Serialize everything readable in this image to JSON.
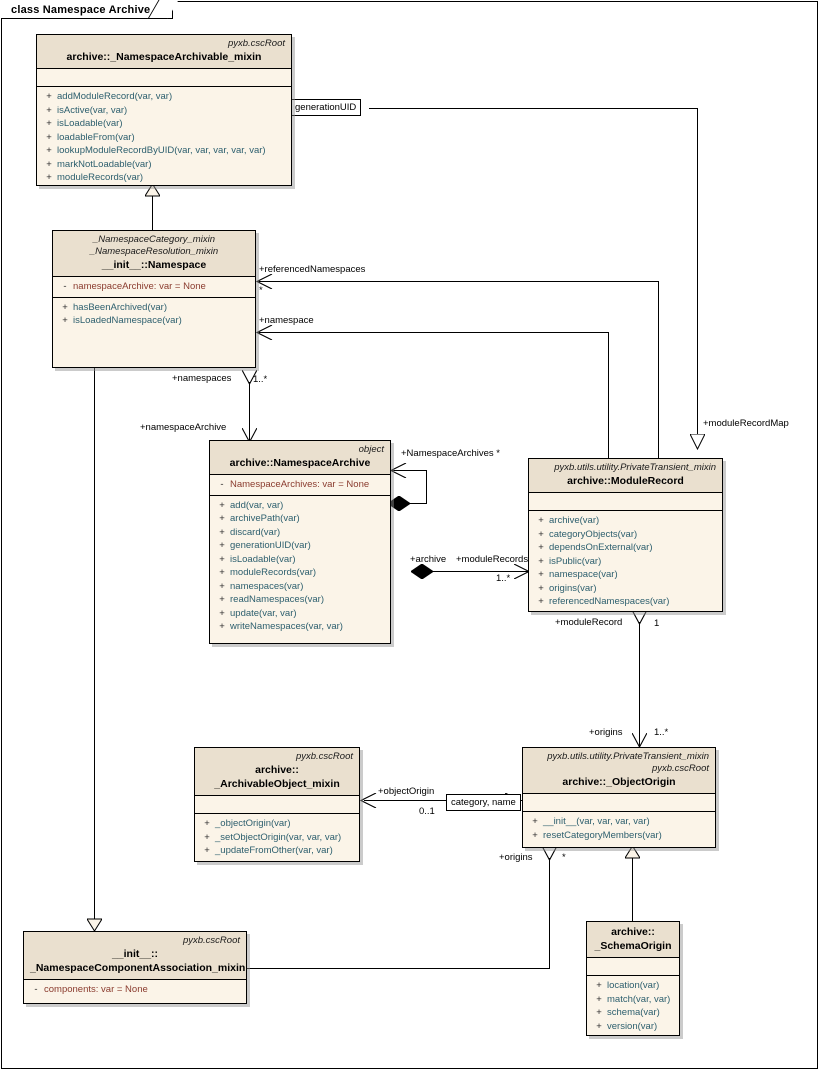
{
  "diagram": {
    "title": "class Namespace Archive",
    "colors": {
      "class_header": "#eae0cf",
      "class_body": "#fbf4e8",
      "border": "#000000",
      "operation_text": "#2d5f6e",
      "attribute_text": "#8a3b2e"
    }
  },
  "classes": [
    {
      "id": "namespace_archivable_mixin",
      "stereotypes": [
        "pyxb.cscRoot"
      ],
      "name": "archive::_NamespaceArchivable_mixin",
      "attributes": [],
      "operations": [
        {
          "vis": "+",
          "sig": "addModuleRecord(var, var)"
        },
        {
          "vis": "+",
          "sig": "isActive(var, var)"
        },
        {
          "vis": "+",
          "sig": "isLoadable(var)"
        },
        {
          "vis": "+",
          "sig": "loadableFrom(var)"
        },
        {
          "vis": "+",
          "sig": "lookupModuleRecordByUID(var, var, var, var, var)"
        },
        {
          "vis": "+",
          "sig": "markNotLoadable(var)"
        },
        {
          "vis": "+",
          "sig": "moduleRecords(var)"
        }
      ]
    },
    {
      "id": "namespace",
      "stereotypes": [
        "_NamespaceCategory_mixin",
        "_NamespaceResolution_mixin"
      ],
      "name": "__init__::Namespace",
      "attributes": [
        {
          "vis": "-",
          "sig": "namespaceArchive:  var = None"
        }
      ],
      "operations": [
        {
          "vis": "+",
          "sig": "hasBeenArchived(var)"
        },
        {
          "vis": "+",
          "sig": "isLoadedNamespace(var)"
        }
      ]
    },
    {
      "id": "namespace_archive",
      "stereotypes": [
        "object"
      ],
      "name": "archive::NamespaceArchive",
      "attributes": [
        {
          "vis": "-",
          "sig": "NamespaceArchives:  var = None"
        }
      ],
      "operations": [
        {
          "vis": "+",
          "sig": "add(var, var)"
        },
        {
          "vis": "+",
          "sig": "archivePath(var)"
        },
        {
          "vis": "+",
          "sig": "discard(var)"
        },
        {
          "vis": "+",
          "sig": "generationUID(var)"
        },
        {
          "vis": "+",
          "sig": "isLoadable(var)"
        },
        {
          "vis": "+",
          "sig": "moduleRecords(var)"
        },
        {
          "vis": "+",
          "sig": "namespaces(var)"
        },
        {
          "vis": "+",
          "sig": "readNamespaces(var)"
        },
        {
          "vis": "+",
          "sig": "update(var, var)"
        },
        {
          "vis": "+",
          "sig": "writeNamespaces(var, var)"
        }
      ]
    },
    {
      "id": "module_record",
      "stereotypes": [
        "pyxb.utils.utility.PrivateTransient_mixin"
      ],
      "name": "archive::ModuleRecord",
      "attributes": [],
      "operations": [
        {
          "vis": "+",
          "sig": "archive(var)"
        },
        {
          "vis": "+",
          "sig": "categoryObjects(var)"
        },
        {
          "vis": "+",
          "sig": "dependsOnExternal(var)"
        },
        {
          "vis": "+",
          "sig": "isPublic(var)"
        },
        {
          "vis": "+",
          "sig": "namespace(var)"
        },
        {
          "vis": "+",
          "sig": "origins(var)"
        },
        {
          "vis": "+",
          "sig": "referencedNamespaces(var)"
        }
      ]
    },
    {
      "id": "archivable_object_mixin",
      "stereotypes": [
        "pyxb.cscRoot"
      ],
      "name": "archive::\n_ArchivableObject_mixin",
      "name_line1": "archive::",
      "name_line2": "_ArchivableObject_mixin",
      "attributes": [],
      "operations": [
        {
          "vis": "+",
          "sig": "_objectOrigin(var)"
        },
        {
          "vis": "+",
          "sig": "_setObjectOrigin(var, var, var)"
        },
        {
          "vis": "+",
          "sig": "_updateFromOther(var, var)"
        }
      ]
    },
    {
      "id": "object_origin",
      "stereotypes": [
        "pyxb.utils.utility.PrivateTransient_mixin",
        "pyxb.cscRoot"
      ],
      "name": "archive::_ObjectOrigin",
      "attributes": [],
      "operations": [
        {
          "vis": "+",
          "sig": "__init__(var, var, var, var)"
        },
        {
          "vis": "+",
          "sig": "resetCategoryMembers(var)"
        }
      ]
    },
    {
      "id": "namespace_component_association_mixin",
      "stereotypes": [
        "pyxb.cscRoot"
      ],
      "name_line1": "__init__::",
      "name_line2": "_NamespaceComponentAssociation_mixin",
      "attributes": [
        {
          "vis": "-",
          "sig": "components:  var = None"
        }
      ],
      "operations": []
    },
    {
      "id": "schema_origin",
      "stereotypes": [],
      "name_line1": "archive::",
      "name_line2": "_SchemaOrigin",
      "attributes": [],
      "operations": [
        {
          "vis": "+",
          "sig": "location(var)"
        },
        {
          "vis": "+",
          "sig": "match(var, var)"
        },
        {
          "vis": "+",
          "sig": "schema(var)"
        },
        {
          "vis": "+",
          "sig": "version(var)"
        }
      ]
    }
  ],
  "connector_labels": {
    "generation_uid": "generationUID",
    "referenced_namespaces": "+referencedNamespaces",
    "referenced_namespaces_mult": "*",
    "namespace": "+namespace",
    "namespaces": "+namespaces",
    "namespaces_mult": "1..*",
    "namespace_archive": "+namespaceArchive",
    "namespace_archives": "+NamespaceArchives *",
    "module_record_map": "+moduleRecordMap",
    "archive": "+archive",
    "module_records": "+moduleRecords",
    "module_records_mult": "1..*",
    "module_record": "+moduleRecord",
    "module_record_mult": "1",
    "origins_upper": "+origins",
    "origins_upper_mult": "1..*",
    "object_origin": "+objectOrigin",
    "object_origin_mult": "0..1",
    "category_name": "category, name",
    "origins_lower": "+origins",
    "origins_lower_mult": "*"
  }
}
